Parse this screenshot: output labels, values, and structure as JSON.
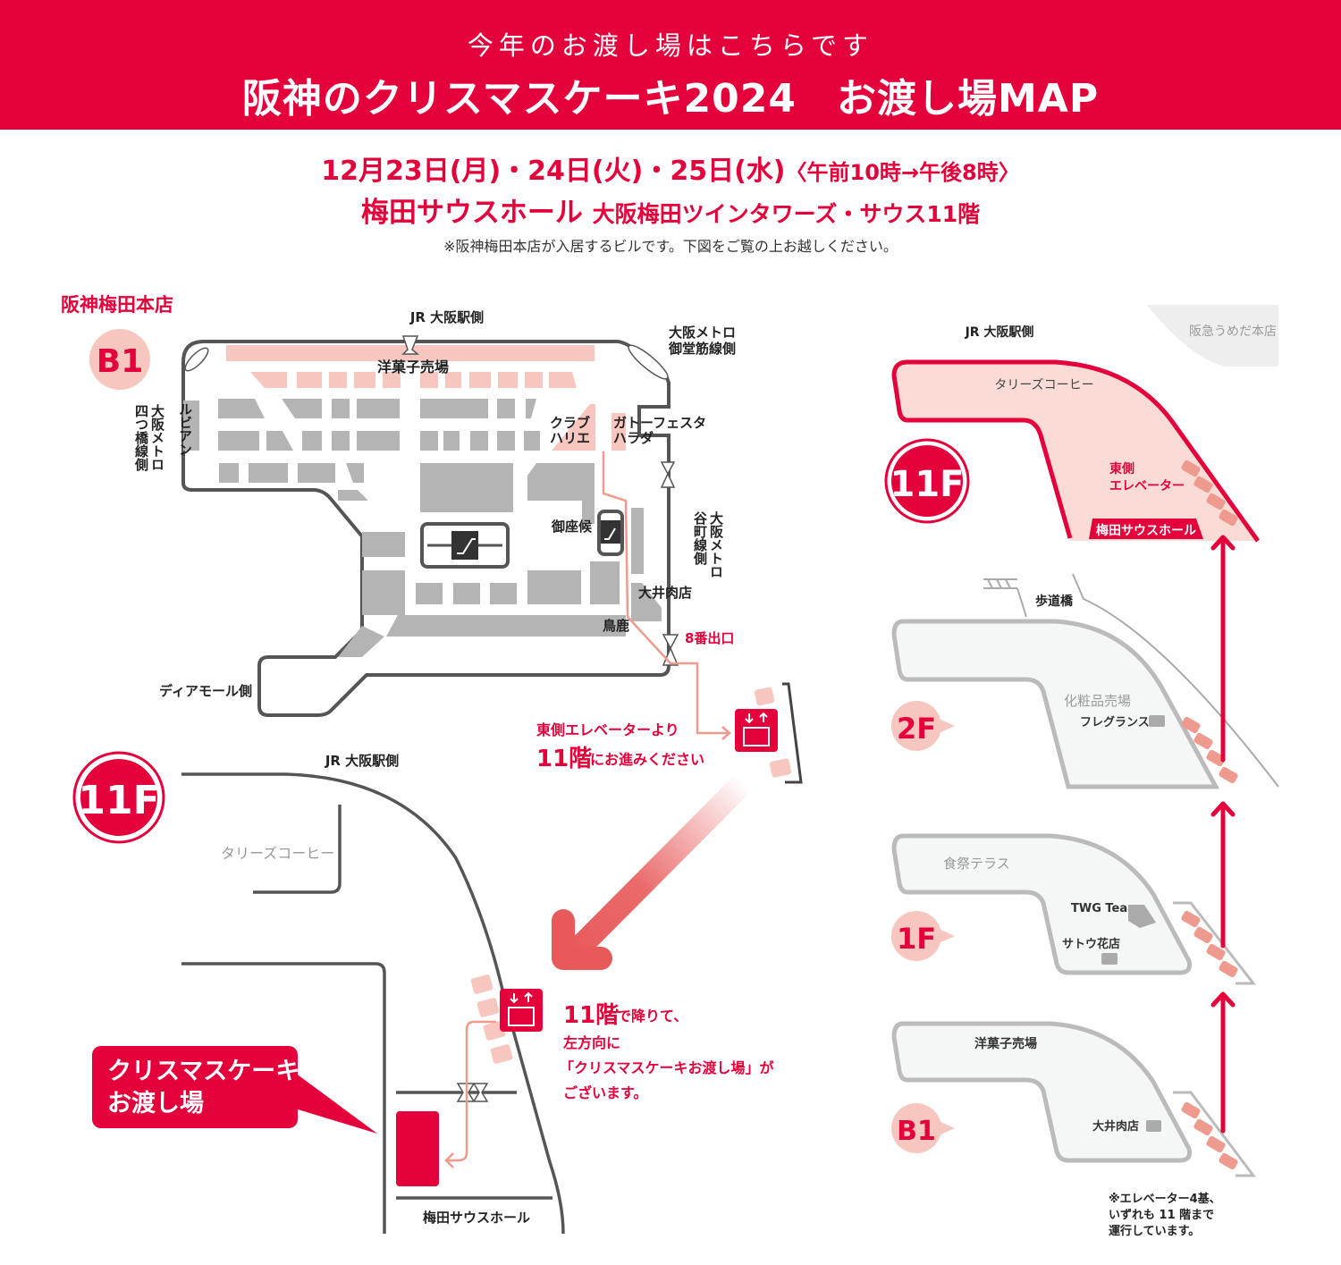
{
  "header": {
    "subtitle": "今年のお渡し場はこちらです",
    "title": "阪神のクリスマスケーキ2024　お渡し場MAP"
  },
  "info": {
    "dates": "12月23日(月)・24日(火)・25日(水)",
    "hours": "〈午前10時→午後8時〉",
    "venue": "梅田サウスホール",
    "building": "大阪梅田ツインタワーズ・サウス11階",
    "note": "※阪神梅田本店が入居するビルです。下図をご覧の上お越しください。"
  },
  "b1_map": {
    "store": "阪神梅田本店",
    "floor": "B1",
    "jr_side": "JR 大阪駅側",
    "midosuji": [
      "大阪メトロ",
      "御堂筋線側"
    ],
    "yotsubashi": [
      "大阪メトロ",
      "四つ橋線側"
    ],
    "tanimachi": [
      "大阪メトロ",
      "谷町線側"
    ],
    "dear_mall": "ディアモール側",
    "shops": {
      "western_sweets": "洋菓子売場",
      "rubian": "ルビアン",
      "club_harie": [
        "クラブ",
        "ハリエ"
      ],
      "gateau_festa": [
        "ガトーフェスタ",
        "ハラダ"
      ],
      "gozasoro": "御座候",
      "ooi": "大井肉店",
      "toroku": "鳥鹿"
    },
    "exit8": "8番出口",
    "guide": [
      "東側エレベーターより",
      "11階",
      "にお進みください"
    ]
  },
  "f11_map": {
    "floor": "11F",
    "jr_side": "JR 大阪駅側",
    "tullys": "タリーズコーヒー",
    "hall": "梅田サウスホール",
    "callout": [
      "クリスマスケーキ",
      "お渡し場"
    ],
    "guide": [
      "11階",
      "で降りて、",
      "左方向に",
      "「クリスマスケーキお渡し場」が",
      "ございます。"
    ]
  },
  "side_map": {
    "jr_side": "JR 大阪駅側",
    "hankyu": "阪急うめだ本店",
    "f11": {
      "floor": "11F",
      "tullys": "タリーズコーヒー",
      "elevator": [
        "東側",
        "エレベーター"
      ],
      "hall": "梅田サウスホール"
    },
    "f2": {
      "floor": "2F",
      "bridge": "歩道橋",
      "area": "化粧品売場",
      "shop": "フレグランス"
    },
    "f1": {
      "floor": "1F",
      "area": "食祭テラス",
      "shop1": "TWG Tea",
      "shop2": "サトウ花店"
    },
    "b1": {
      "floor": "B1",
      "area": "洋菓子売場",
      "shop": "大井肉店"
    },
    "footnote": [
      "※エレベーター4基、",
      "いずれも 11 階まで",
      "運行しています。"
    ]
  },
  "colors": {
    "brand": "#e4003a",
    "pink": "#f7c6be",
    "gray": "#b4b4b4",
    "route": "#ef9a8e"
  }
}
